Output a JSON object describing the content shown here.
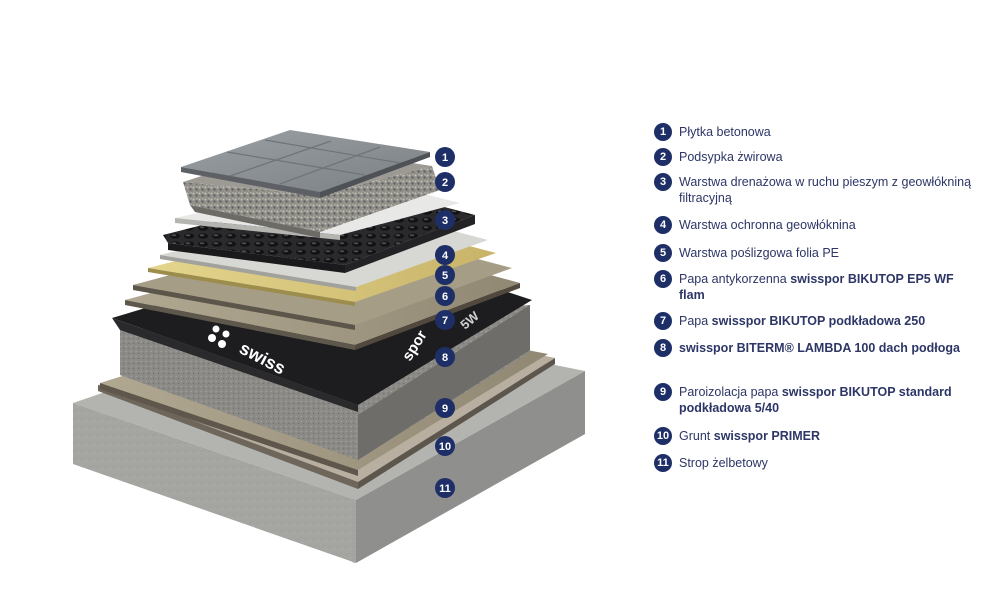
{
  "colors": {
    "badge": "#1e2f67",
    "text": "#2d3666",
    "concrete": "#a7a8a4",
    "felt": "#a39a83",
    "bitumen_black": "#1f1f21",
    "insulation_top": "#9a9791",
    "yellow_foil": "#d6c57a",
    "dimple_board": "#2b2b2e",
    "tile": "#8d9296"
  },
  "insulation_print": [
    "swisspor",
    "swiss",
    "5W",
    "spor"
  ],
  "legend": [
    {
      "n": "1",
      "parts": [
        {
          "t": "Płytka betonowa"
        }
      ]
    },
    {
      "n": "2",
      "parts": [
        {
          "t": "Podsypka żwirowa"
        }
      ]
    },
    {
      "n": "3",
      "parts": [
        {
          "t": "Warstwa drenażowa w ruchu pieszym z geowłókniną filtracyjną"
        }
      ]
    },
    {
      "n": "4",
      "parts": [
        {
          "t": "Warstwa ochronna geowłóknina"
        }
      ]
    },
    {
      "n": "5",
      "parts": [
        {
          "t": "Warstwa poślizgowa folia PE"
        }
      ]
    },
    {
      "n": "6",
      "parts": [
        {
          "t": "Papa antykorzenna "
        },
        {
          "t": "swisspor BIKUTOP EP5 WF flam",
          "b": true
        }
      ]
    },
    {
      "n": "7",
      "parts": [
        {
          "t": "Papa "
        },
        {
          "t": "swisspor BIKUTOP podkładowa 250",
          "b": true
        }
      ]
    },
    {
      "n": "8",
      "parts": [
        {
          "t": "swisspor BITERM® LAMBDA 100 dach podłoga",
          "b": true
        }
      ]
    },
    {
      "n": "9",
      "parts": [
        {
          "t": "Paroizolacja papa "
        },
        {
          "t": "swisspor BIKUTOP standard podkładowa 5/40",
          "b": true
        }
      ]
    },
    {
      "n": "10",
      "parts": [
        {
          "t": "Grunt "
        },
        {
          "t": "swisspor PRIMER",
          "b": true
        }
      ]
    },
    {
      "n": "11",
      "parts": [
        {
          "t": "Strop żelbetowy"
        }
      ]
    }
  ]
}
